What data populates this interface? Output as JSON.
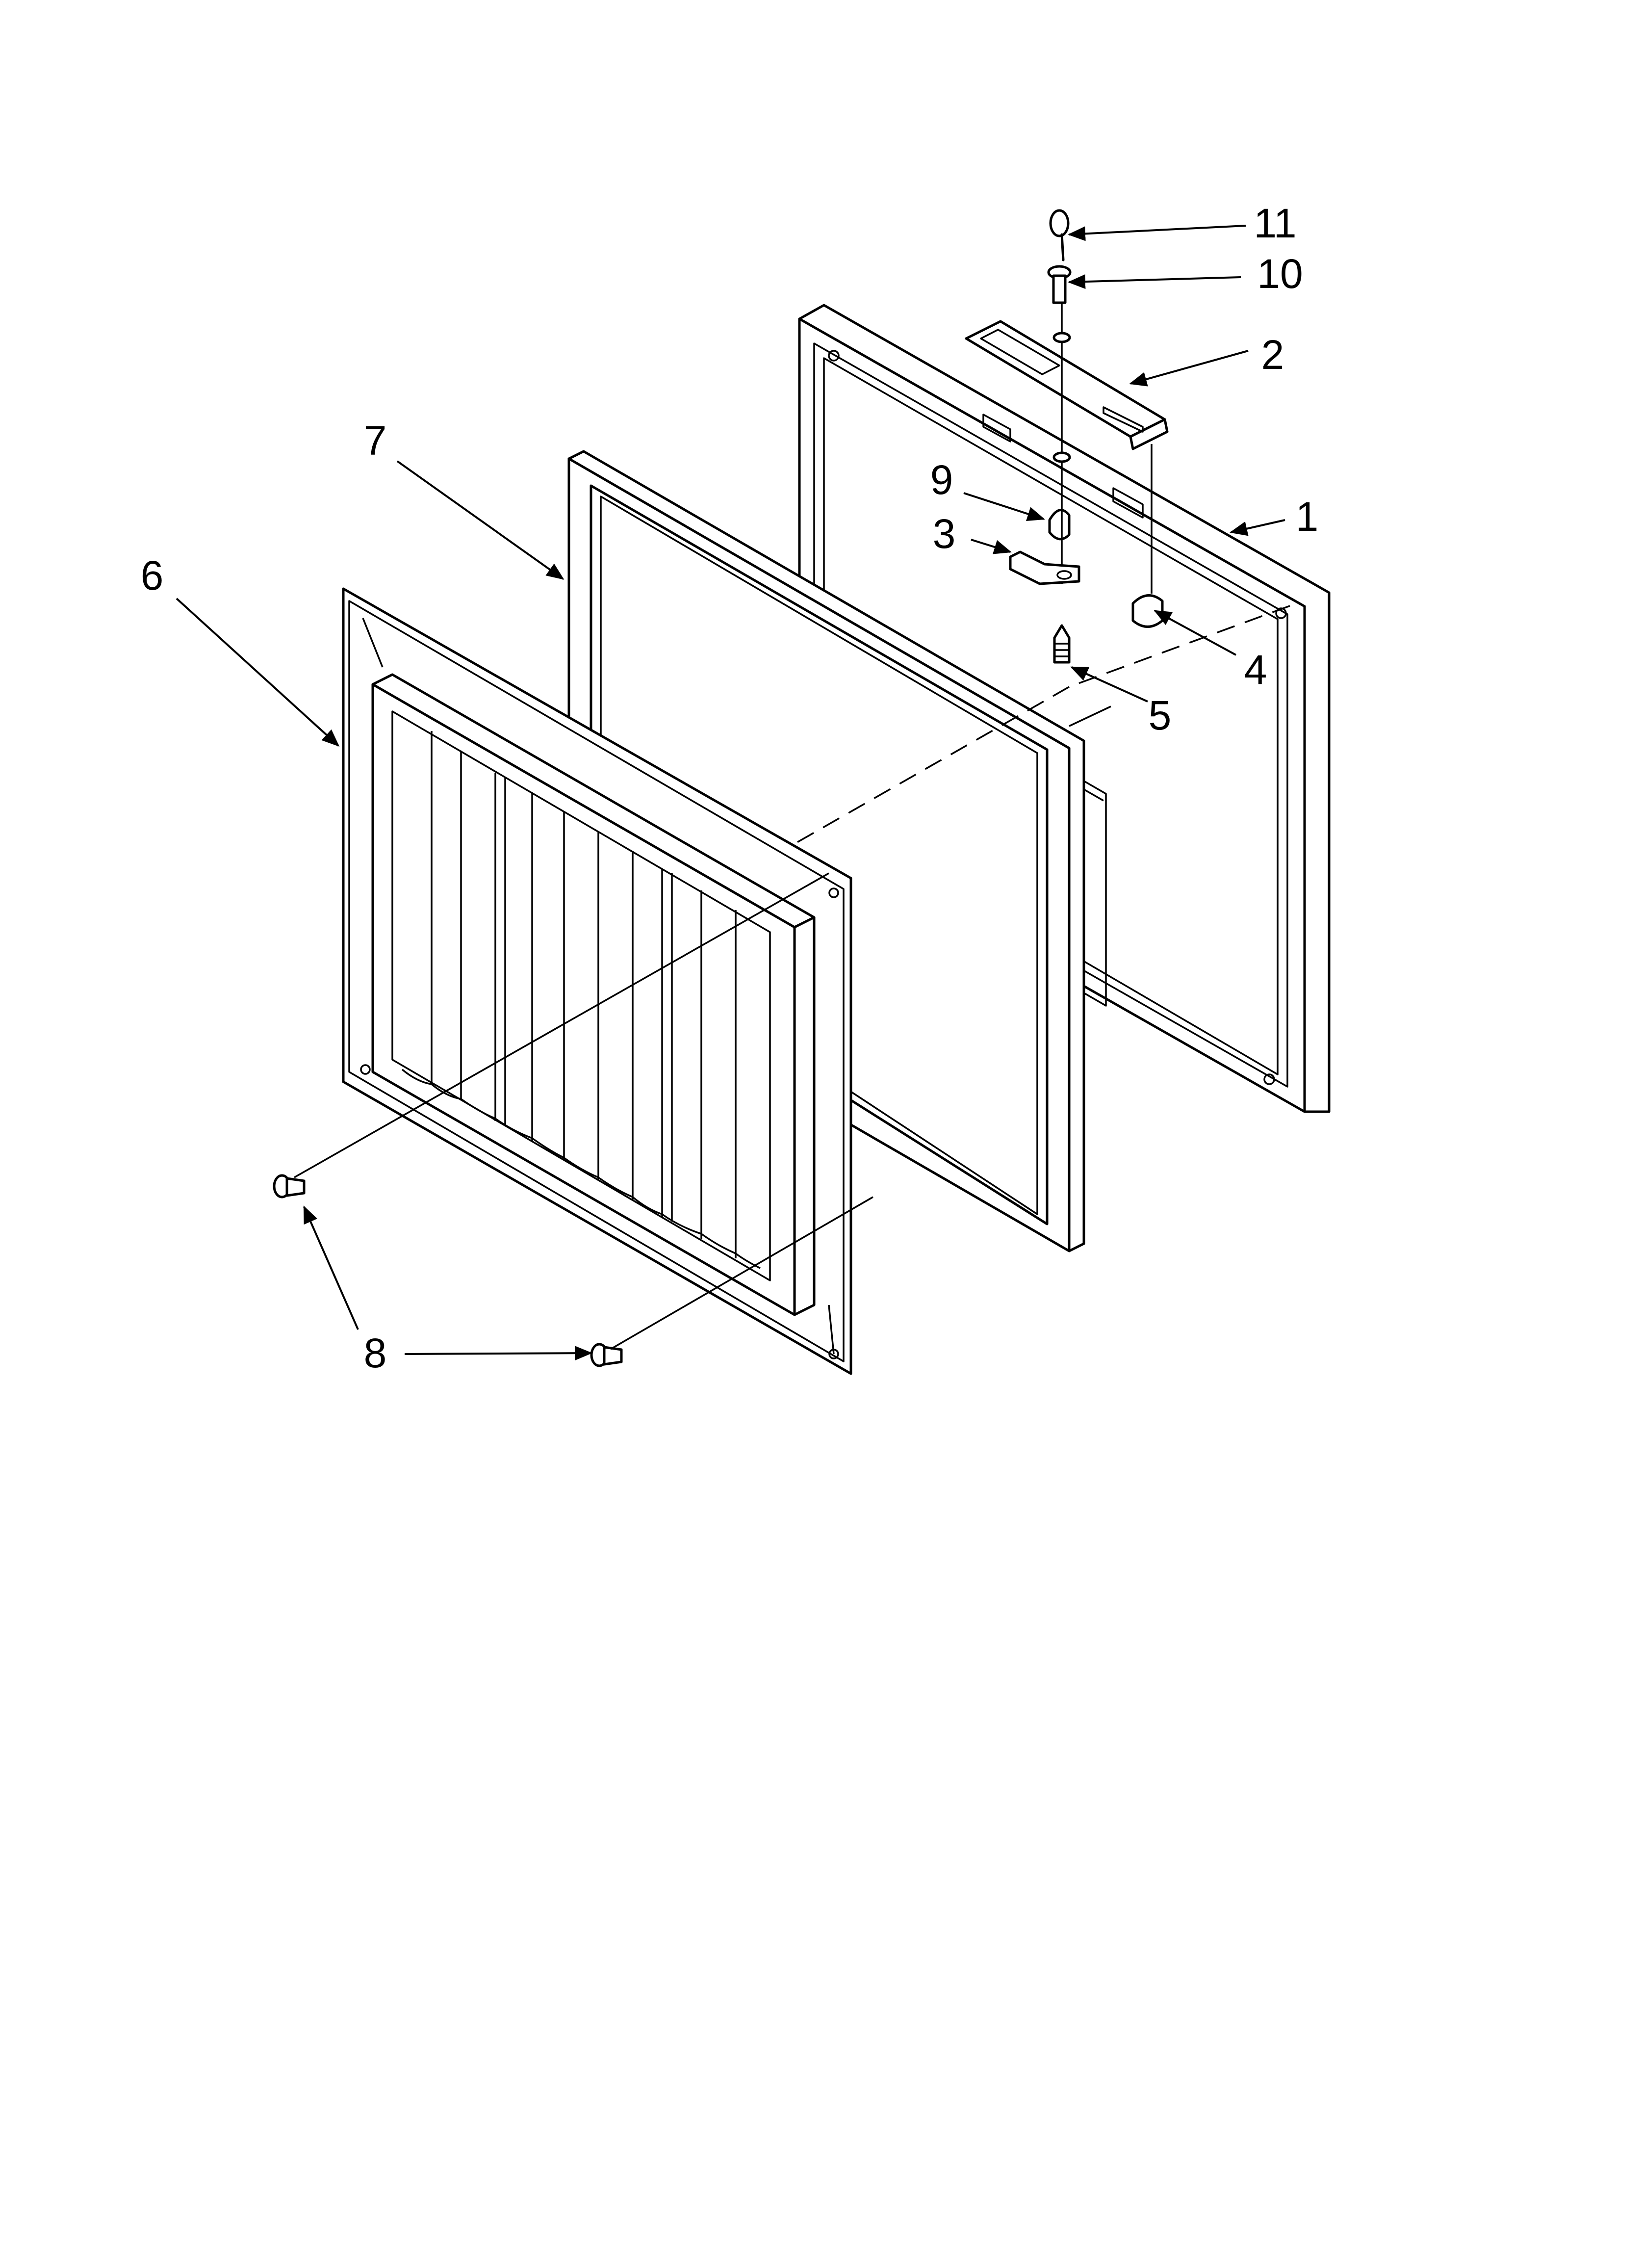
{
  "diagram": {
    "type": "exploded-parts-view",
    "background": "#ffffff",
    "line_color": "#000000",
    "callouts": [
      {
        "id": "1",
        "label": "1"
      },
      {
        "id": "2",
        "label": "2"
      },
      {
        "id": "3",
        "label": "3"
      },
      {
        "id": "4",
        "label": "4"
      },
      {
        "id": "5",
        "label": "5"
      },
      {
        "id": "6",
        "label": "6"
      },
      {
        "id": "7",
        "label": "7"
      },
      {
        "id": "8",
        "label": "8"
      },
      {
        "id": "9",
        "label": "9"
      },
      {
        "id": "10",
        "label": "10"
      },
      {
        "id": "11",
        "label": "11"
      }
    ]
  }
}
